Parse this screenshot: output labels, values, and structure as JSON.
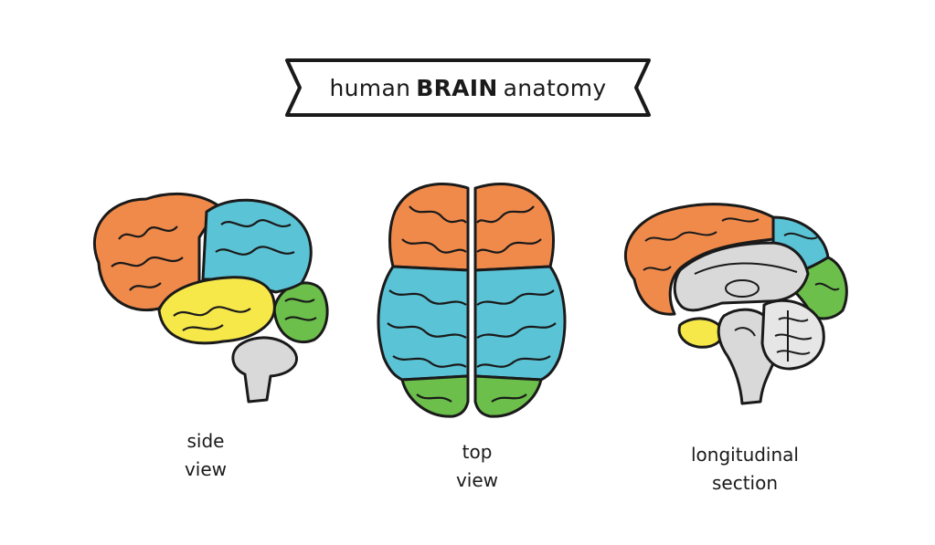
{
  "title": {
    "prefix": "human",
    "emphasis": "BRAIN",
    "suffix": "anatomy"
  },
  "views": [
    {
      "id": "side",
      "line1": "side",
      "line2": "view"
    },
    {
      "id": "top",
      "line1": "top",
      "line2": "view"
    },
    {
      "id": "longitudinal",
      "line1": "longitudinal",
      "line2": "section"
    }
  ],
  "colors": {
    "frontal": "#f08a4b",
    "parietal": "#5bc3d6",
    "temporal": "#f7e84a",
    "occipital": "#6cbf4b",
    "brainstem": "#d9d9d9",
    "outline": "#1a1a1a"
  }
}
